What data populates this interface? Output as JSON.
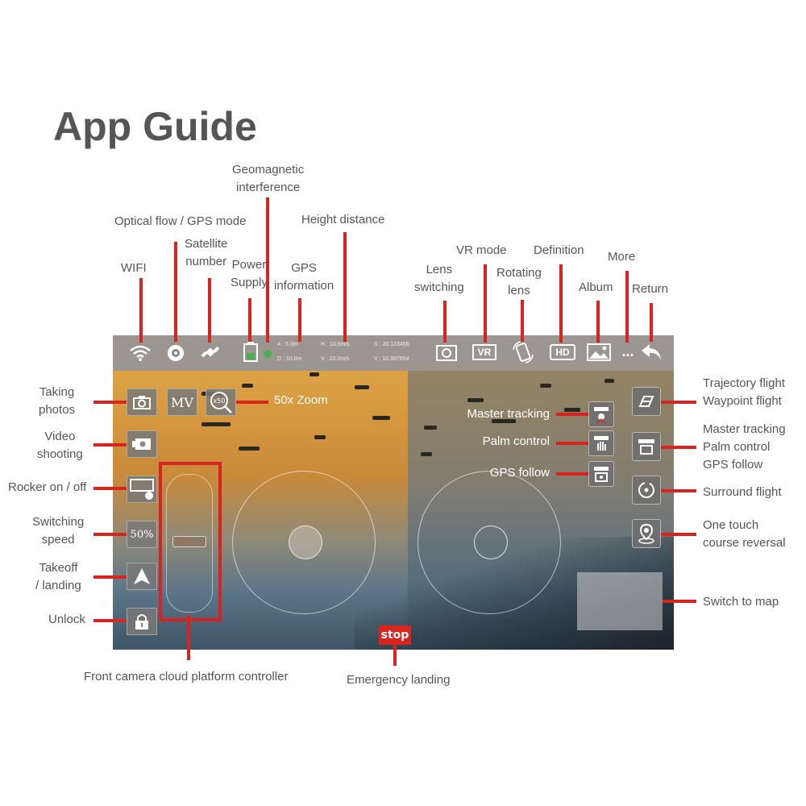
{
  "title": "App Guide",
  "colors": {
    "accent": "#d9231e",
    "text": "#555555",
    "bar": "#969696"
  },
  "top_labels": {
    "wifi": "WIFI",
    "optical_flow": "Optical flow / GPS mode",
    "satellite": "Satellite\nnumber",
    "power": "Power\nSupply",
    "geomagnetic": "Geomagnetic\ninterference",
    "gps_info": "GPS\ninformation",
    "height_distance": "Height distance",
    "lens_switching": "Lens\nswitching",
    "vr_mode": "VR mode",
    "rotating_lens": "Rotating\nlens",
    "definition": "Definition",
    "album": "Album",
    "more": "More",
    "return": "Return"
  },
  "left_labels": {
    "taking_photos": "Taking\nphotos",
    "video_shooting": "Video\nshooting",
    "rocker": "Rocker on / off",
    "switching_speed": "Switching\nspeed",
    "takeoff": "Takeoff\n/ landing",
    "unlock": "Unlock"
  },
  "right_labels": {
    "trajectory": "Trajectory flight\nWaypoint flight",
    "master_palm_gps": "Master tracking\nPalm control\nGPS follow",
    "surround": "Surround flight",
    "course_reversal": "One touch\ncourse reversal",
    "switch_map": "Switch to map"
  },
  "inner_labels": {
    "zoom": "50x Zoom",
    "master_tracking": "Master tracking",
    "palm_control": "Palm control",
    "gps_follow": "GPS follow"
  },
  "bottom_labels": {
    "gimbal": "Front camera cloud platform controller",
    "emergency": "Emergency landing"
  },
  "telemetry": {
    "a": "A : 5.0m",
    "d": "D : 10.0m",
    "h": "H : 10.0m/s",
    "v": "V : 10.0m/s",
    "s": "S : 20.123456",
    "v2": "V : 10.987654"
  },
  "buttons": {
    "mv": "MV",
    "speed": "50%",
    "zoom_badge": "x50",
    "hd": "HD",
    "vr": "VR",
    "more": "...",
    "stop": "stop"
  },
  "icons": [
    "wifi-icon",
    "optical-flow-icon",
    "satellite-icon",
    "battery-icon",
    "lens-switch-icon",
    "vr-icon",
    "rotate-lens-icon",
    "hd-icon",
    "album-icon",
    "more-icon",
    "return-icon",
    "camera-icon",
    "video-icon",
    "rocker-icon",
    "takeoff-icon",
    "lock-icon",
    "trajectory-icon",
    "tracking-icon",
    "surround-icon",
    "reversal-icon"
  ]
}
